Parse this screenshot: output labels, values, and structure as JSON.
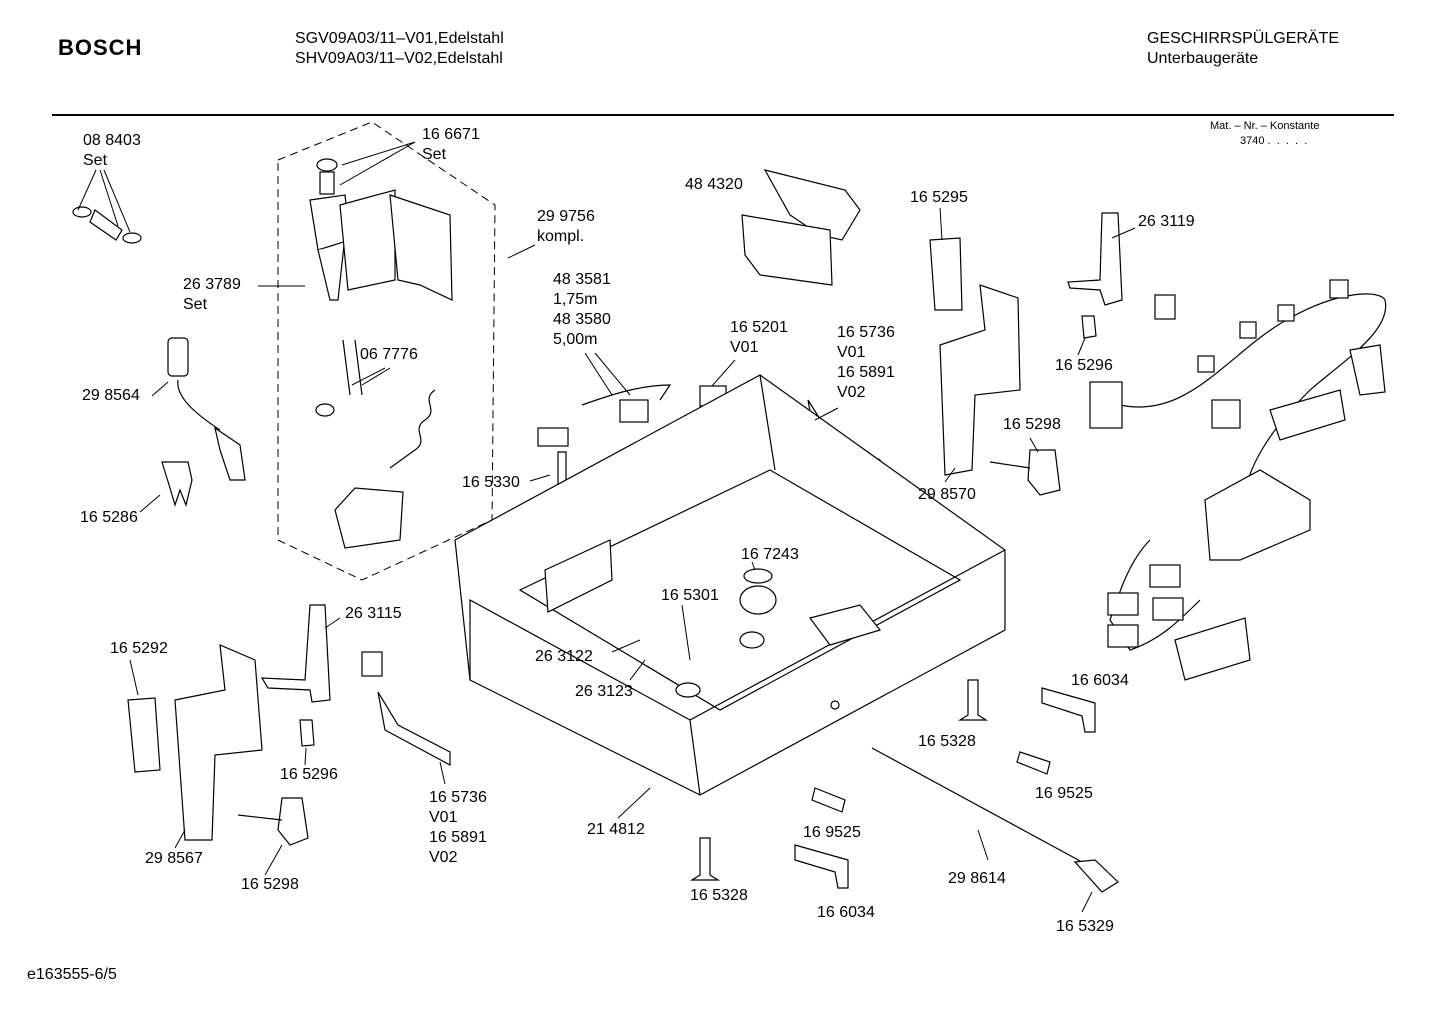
{
  "header": {
    "brand": "BOSCH",
    "models": [
      "SGV09A03/11–V01,Edelstahl",
      "SHV09A03/11–V02,Edelstahl"
    ],
    "category": "GESCHIRRSPÜLGERÄTE",
    "subcategory": "Unterbaugeräte",
    "mat_label": "Mat. – Nr. – Konstante",
    "mat_value": "3740 .  .  .  .  ."
  },
  "footer": {
    "doc_id": "e163555-6/5"
  },
  "labels": [
    "08 8403\nSet",
    "16 6671\nSet",
    "29 9756\nkompl.",
    "26 3789\nSet",
    "29 8564",
    "06 7776",
    "16 5286",
    "48 4320",
    "48 3581\n1,75m\n48 3580\n5,00m",
    "16 5201\nV01",
    "16 5736\nV01\n16 5891\nV02",
    "16 5330",
    "16 5295",
    "26 3119",
    "16 5296",
    "16 5298",
    "29 8570",
    "16 7243",
    "16 5301",
    "26 3122",
    "26 3123",
    "26 3115",
    "16 5292",
    "16 5296",
    "16 5736\nV01\n16 5891\nV02",
    "29 8567",
    "16 5298",
    "21 4812",
    "16 5328",
    "16 9525",
    "16 6034",
    "29 8614",
    "16 5329",
    "16 6034",
    "16 5328",
    "16 9525"
  ]
}
